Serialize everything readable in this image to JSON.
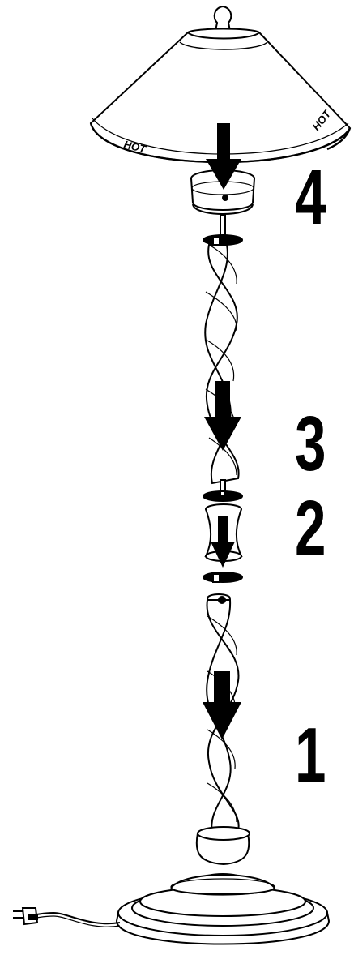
{
  "steps": [
    {
      "number": "4"
    },
    {
      "number": "3"
    },
    {
      "number": "2"
    },
    {
      "number": "1"
    }
  ],
  "shade_labels": {
    "left": "HOT",
    "right": "HOT"
  },
  "colors": {
    "ink": "#000000",
    "paper": "#ffffff",
    "tint": "#e8e8e8"
  }
}
